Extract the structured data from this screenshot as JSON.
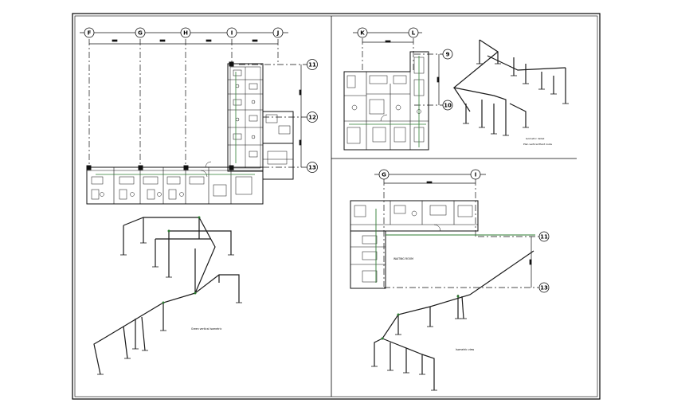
{
  "drawing": {
    "panels": [
      {
        "id": "left",
        "grid_top": [
          "F",
          "G",
          "H",
          "I",
          "J"
        ],
        "grid_right": [
          "11",
          "12",
          "13"
        ],
        "iso_note": "Green vertical  isometric"
      },
      {
        "id": "top-right",
        "grid_top": [
          "K",
          "L"
        ],
        "grid_right": [
          "9",
          "10"
        ],
        "iso_note": "Isometric detail",
        "iso_note2": "Plan vertical  Plant route"
      },
      {
        "id": "bottom-right",
        "grid_top": [
          "G",
          "I"
        ],
        "grid_right": [
          "11",
          "13"
        ],
        "room_label": "WAITING ROOM",
        "iso_note": "Isometric view"
      }
    ],
    "colors": {
      "line": "#1a1a1a",
      "accent": "#2e7d32",
      "border": "#000000"
    }
  }
}
